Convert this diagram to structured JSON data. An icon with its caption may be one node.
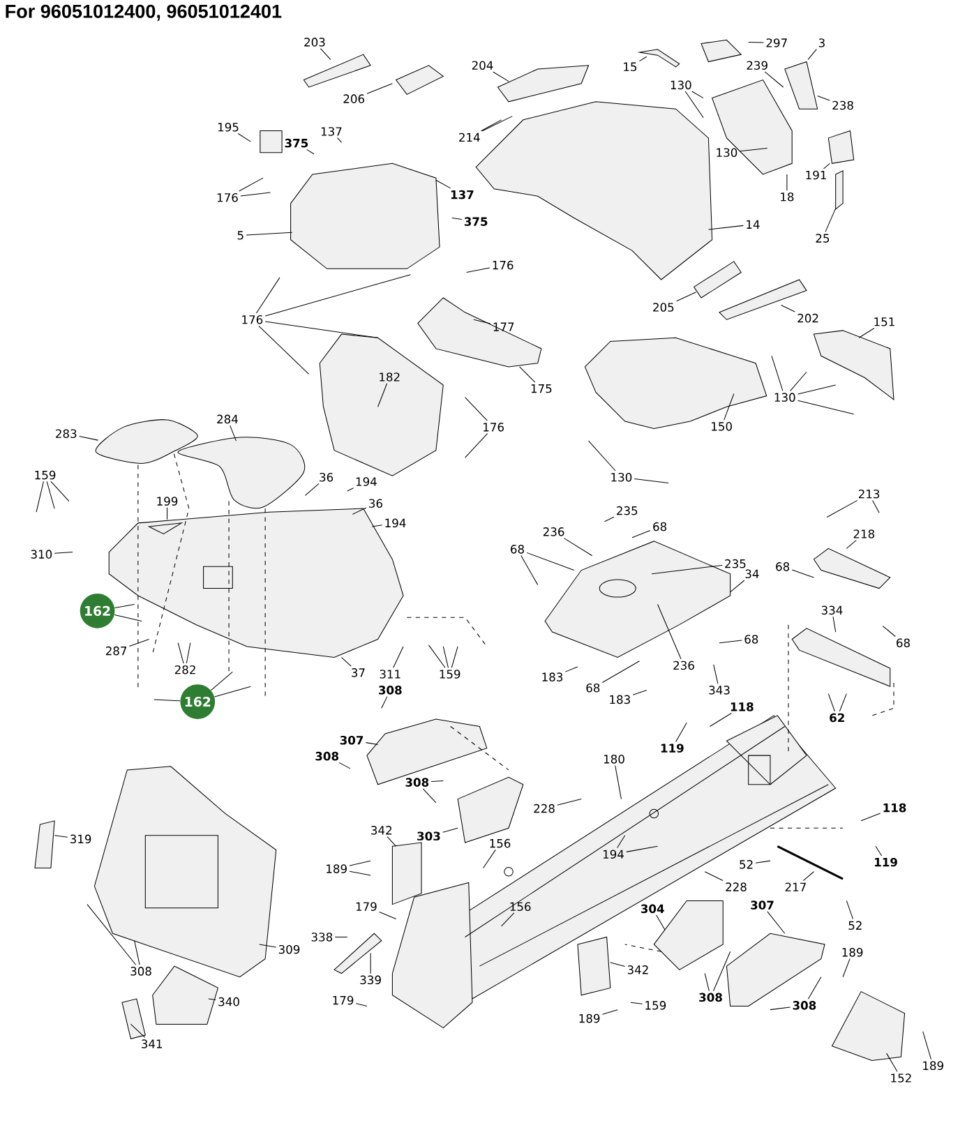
{
  "diagram": {
    "title": "For 96051012400, 96051012401",
    "nodes": [
      {
        "text": [
          "203"
        ]
      },
      {
        "text": [
          "206"
        ]
      },
      {
        "text": [
          "204"
        ]
      },
      {
        "text": [
          "15"
        ]
      },
      {
        "text": [
          "297"
        ]
      },
      {
        "text": [
          "3"
        ]
      },
      {
        "text": [
          "239"
        ]
      },
      {
        "text": [
          "130"
        ]
      },
      {
        "text": [
          "238"
        ]
      },
      {
        "text": [
          "214"
        ]
      },
      {
        "text": [
          "195"
        ]
      },
      {
        "text": [
          "375"
        ]
      },
      {
        "text": [
          "137"
        ]
      },
      {
        "text": [
          "130"
        ]
      },
      {
        "text": [
          "191"
        ]
      },
      {
        "text": [
          "176"
        ]
      },
      {
        "text": [
          "137"
        ]
      },
      {
        "text": [
          "18"
        ]
      },
      {
        "text": [
          "375"
        ]
      },
      {
        "text": [
          "5"
        ]
      },
      {
        "text": [
          "14"
        ]
      },
      {
        "text": [
          "25"
        ]
      },
      {
        "text": [
          "176"
        ]
      },
      {
        "text": [
          "176"
        ]
      },
      {
        "text": [
          "205"
        ]
      },
      {
        "text": [
          "202"
        ]
      },
      {
        "text": [
          "151"
        ]
      },
      {
        "text": [
          "177"
        ]
      },
      {
        "text": [
          "182"
        ]
      },
      {
        "text": [
          "175"
        ]
      },
      {
        "text": [
          "130"
        ]
      },
      {
        "text": [
          "283"
        ]
      },
      {
        "text": [
          "284"
        ]
      },
      {
        "text": [
          "150"
        ]
      },
      {
        "text": [
          "176"
        ]
      },
      {
        "text": [
          "159"
        ]
      },
      {
        "text": [
          "36"
        ]
      },
      {
        "text": [
          "194"
        ]
      },
      {
        "text": [
          "130"
        ]
      },
      {
        "text": [
          "199"
        ]
      },
      {
        "text": [
          "36"
        ]
      },
      {
        "text": [
          "213"
        ]
      },
      {
        "text": [
          "235"
        ]
      },
      {
        "text": [
          "236"
        ]
      },
      {
        "text": [
          "68"
        ]
      },
      {
        "text": [
          "194"
        ]
      },
      {
        "text": [
          "218"
        ]
      },
      {
        "text": [
          "68"
        ]
      },
      {
        "text": [
          "310"
        ]
      },
      {
        "text": [
          "235"
        ]
      },
      {
        "text": [
          "68"
        ]
      },
      {
        "text": [
          "34"
        ]
      },
      {
        "text": [
          "162"
        ]
      },
      {
        "text": [
          "334"
        ]
      },
      {
        "text": [
          "68"
        ]
      },
      {
        "text": [
          "68"
        ]
      },
      {
        "text": [
          "287"
        ]
      },
      {
        "text": [
          "311"
        ]
      },
      {
        "text": [
          "159"
        ]
      },
      {
        "text": [
          "37"
        ]
      },
      {
        "text": [
          "282"
        ]
      },
      {
        "text": [
          "183"
        ]
      },
      {
        "text": [
          "236"
        ]
      },
      {
        "text": [
          "68"
        ]
      },
      {
        "text": [
          "343"
        ]
      },
      {
        "text": [
          "183"
        ]
      },
      {
        "text": [
          "162"
        ]
      },
      {
        "text": [
          "308"
        ]
      },
      {
        "text": [
          "62"
        ]
      },
      {
        "text": [
          "118"
        ]
      },
      {
        "text": [
          "119"
        ]
      },
      {
        "text": [
          "307"
        ]
      },
      {
        "text": [
          "308"
        ]
      },
      {
        "text": [
          "180"
        ]
      },
      {
        "text": [
          "308"
        ]
      },
      {
        "text": [
          "228"
        ]
      },
      {
        "text": [
          "118"
        ]
      },
      {
        "text": [
          "342"
        ]
      },
      {
        "text": [
          "319"
        ]
      },
      {
        "text": [
          "303"
        ]
      },
      {
        "text": [
          "156"
        ]
      },
      {
        "text": [
          "194"
        ]
      },
      {
        "text": [
          "189"
        ]
      },
      {
        "text": [
          "119"
        ]
      },
      {
        "text": [
          "52"
        ]
      },
      {
        "text": [
          "228"
        ]
      },
      {
        "text": [
          "217"
        ]
      },
      {
        "text": [
          "179"
        ]
      },
      {
        "text": [
          "156"
        ]
      },
      {
        "text": [
          "304"
        ]
      },
      {
        "text": [
          "307"
        ]
      },
      {
        "text": [
          "52"
        ]
      },
      {
        "text": [
          "338"
        ]
      },
      {
        "text": [
          "309"
        ]
      },
      {
        "text": [
          "189"
        ]
      },
      {
        "text": [
          "308"
        ]
      },
      {
        "text": [
          "342"
        ]
      },
      {
        "text": [
          "339"
        ]
      },
      {
        "text": [
          "308"
        ]
      },
      {
        "text": [
          "159"
        ]
      },
      {
        "text": [
          "340"
        ]
      },
      {
        "text": [
          "308"
        ]
      },
      {
        "text": [
          "179"
        ]
      },
      {
        "text": [
          "189"
        ]
      },
      {
        "text": [
          "341"
        ]
      },
      {
        "text": [
          "189"
        ]
      },
      {
        "text": [
          "152"
        ]
      }
    ],
    "edges": [
      {
        "from": 0,
        "to": null,
        "arrow": "none"
      },
      {
        "from": 1,
        "to": null,
        "arrow": "none"
      },
      {
        "from": 2,
        "to": null,
        "arrow": "none"
      },
      {
        "from": 3,
        "to": null,
        "arrow": "none"
      },
      {
        "from": 4,
        "to": null,
        "arrow": "none"
      },
      {
        "from": 5,
        "to": null,
        "arrow": "none"
      },
      {
        "from": 6,
        "to": null,
        "arrow": "none"
      },
      {
        "from": 7,
        "to": null,
        "arrow": "none"
      },
      {
        "from": 7,
        "to": null,
        "arrow": "none"
      },
      {
        "from": 8,
        "to": null,
        "arrow": "none"
      },
      {
        "from": 9,
        "to": null,
        "arrow": "none"
      },
      {
        "from": 9,
        "to": null,
        "arrow": "none"
      },
      {
        "from": 10,
        "to": null,
        "arrow": "none"
      },
      {
        "from": 11,
        "to": null,
        "arrow": "none"
      },
      {
        "from": 12,
        "to": null,
        "arrow": "none"
      },
      {
        "from": 13,
        "to": null,
        "arrow": "none"
      },
      {
        "from": 14,
        "to": null,
        "arrow": "none"
      },
      {
        "from": 15,
        "to": null,
        "arrow": "none"
      },
      {
        "from": 15,
        "to": null,
        "arrow": "none"
      },
      {
        "from": 16,
        "to": null,
        "arrow": "none"
      },
      {
        "from": 17,
        "to": null,
        "arrow": "none"
      },
      {
        "from": 18,
        "to": null,
        "arrow": "none"
      },
      {
        "from": 19,
        "to": null,
        "arrow": "none"
      },
      {
        "from": 20,
        "to": null,
        "arrow": "none"
      },
      {
        "from": 21,
        "to": null,
        "arrow": "none"
      },
      {
        "from": 22,
        "to": null,
        "arrow": "none"
      },
      {
        "from": 23,
        "to": null,
        "arrow": "none"
      },
      {
        "from": 23,
        "to": null,
        "arrow": "none"
      },
      {
        "from": 23,
        "to": null,
        "arrow": "none"
      },
      {
        "from": 23,
        "to": null,
        "arrow": "none"
      },
      {
        "from": 24,
        "to": null,
        "arrow": "none"
      },
      {
        "from": 25,
        "to": null,
        "arrow": "none"
      },
      {
        "from": 26,
        "to": null,
        "arrow": "none"
      },
      {
        "from": 27,
        "to": null,
        "arrow": "none"
      },
      {
        "from": 28,
        "to": null,
        "arrow": "none"
      },
      {
        "from": 29,
        "to": null,
        "arrow": "none"
      },
      {
        "from": 30,
        "to": null,
        "arrow": "none"
      },
      {
        "from": 30,
        "to": null,
        "arrow": "none"
      },
      {
        "from": 30,
        "to": null,
        "arrow": "none"
      },
      {
        "from": 30,
        "to": null,
        "arrow": "none"
      },
      {
        "from": 31,
        "to": null,
        "arrow": "none"
      },
      {
        "from": 32,
        "to": null,
        "arrow": "none"
      },
      {
        "from": 33,
        "to": null,
        "arrow": "none"
      },
      {
        "from": 34,
        "to": null,
        "arrow": "none"
      },
      {
        "from": 34,
        "to": null,
        "arrow": "none"
      },
      {
        "from": 35,
        "to": null,
        "arrow": "none"
      },
      {
        "from": 35,
        "to": null,
        "arrow": "none"
      },
      {
        "from": 35,
        "to": null,
        "arrow": "none"
      },
      {
        "from": 36,
        "to": null,
        "arrow": "none"
      },
      {
        "from": 37,
        "to": null,
        "arrow": "none"
      },
      {
        "from": 38,
        "to": null,
        "arrow": "none"
      },
      {
        "from": 38,
        "to": null,
        "arrow": "none"
      },
      {
        "from": 39,
        "to": null,
        "arrow": "none"
      },
      {
        "from": 40,
        "to": null,
        "arrow": "none"
      },
      {
        "from": 41,
        "to": null,
        "arrow": "none"
      },
      {
        "from": 41,
        "to": null,
        "arrow": "none"
      },
      {
        "from": 42,
        "to": null,
        "arrow": "none"
      },
      {
        "from": 43,
        "to": null,
        "arrow": "none"
      },
      {
        "from": 44,
        "to": null,
        "arrow": "none"
      },
      {
        "from": 45,
        "to": null,
        "arrow": "none"
      },
      {
        "from": 46,
        "to": null,
        "arrow": "none"
      },
      {
        "from": 47,
        "to": null,
        "arrow": "none"
      },
      {
        "from": 47,
        "to": null,
        "arrow": "none"
      },
      {
        "from": 48,
        "to": null,
        "arrow": "none"
      },
      {
        "from": 49,
        "to": null,
        "arrow": "none"
      },
      {
        "from": 50,
        "to": null,
        "arrow": "none"
      },
      {
        "from": 51,
        "to": null,
        "arrow": "none"
      },
      {
        "from": 52,
        "to": null,
        "arrow": "none"
      },
      {
        "from": 52,
        "to": null,
        "arrow": "none"
      },
      {
        "from": 53,
        "to": null,
        "arrow": "none"
      },
      {
        "from": 54,
        "to": null,
        "arrow": "none"
      },
      {
        "from": 55,
        "to": null,
        "arrow": "none"
      },
      {
        "from": 56,
        "to": null,
        "arrow": "none"
      },
      {
        "from": 57,
        "to": null,
        "arrow": "none"
      },
      {
        "from": 58,
        "to": null,
        "arrow": "none"
      },
      {
        "from": 58,
        "to": null,
        "arrow": "none"
      },
      {
        "from": 58,
        "to": null,
        "arrow": "none"
      },
      {
        "from": 59,
        "to": null,
        "arrow": "none"
      },
      {
        "from": 60,
        "to": null,
        "arrow": "none"
      },
      {
        "from": 60,
        "to": null,
        "arrow": "none"
      },
      {
        "from": 61,
        "to": null,
        "arrow": "none"
      },
      {
        "from": 62,
        "to": null,
        "arrow": "none"
      },
      {
        "from": 63,
        "to": null,
        "arrow": "none"
      },
      {
        "from": 64,
        "to": null,
        "arrow": "none"
      },
      {
        "from": 65,
        "to": null,
        "arrow": "none"
      },
      {
        "from": 66,
        "to": null,
        "arrow": "none"
      },
      {
        "from": 66,
        "to": null,
        "arrow": "none"
      },
      {
        "from": 66,
        "to": null,
        "arrow": "none"
      },
      {
        "from": 67,
        "to": null,
        "arrow": "none"
      },
      {
        "from": 68,
        "to": null,
        "arrow": "none"
      },
      {
        "from": 68,
        "to": null,
        "arrow": "none"
      },
      {
        "from": 69,
        "to": null,
        "arrow": "none"
      },
      {
        "from": 70,
        "to": null,
        "arrow": "none"
      },
      {
        "from": 71,
        "to": null,
        "arrow": "none"
      },
      {
        "from": 72,
        "to": null,
        "arrow": "none"
      },
      {
        "from": 73,
        "to": null,
        "arrow": "none"
      },
      {
        "from": 74,
        "to": null,
        "arrow": "none"
      },
      {
        "from": 74,
        "to": null,
        "arrow": "none"
      },
      {
        "from": 75,
        "to": null,
        "arrow": "none"
      },
      {
        "from": 76,
        "to": null,
        "arrow": "none"
      },
      {
        "from": 77,
        "to": null,
        "arrow": "none"
      },
      {
        "from": 78,
        "to": null,
        "arrow": "none"
      },
      {
        "from": 79,
        "to": null,
        "arrow": "none"
      },
      {
        "from": 80,
        "to": null,
        "arrow": "none"
      },
      {
        "from": 81,
        "to": null,
        "arrow": "none"
      },
      {
        "from": 81,
        "to": null,
        "arrow": "none"
      },
      {
        "from": 82,
        "to": null,
        "arrow": "none"
      },
      {
        "from": 82,
        "to": null,
        "arrow": "none"
      },
      {
        "from": 83,
        "to": null,
        "arrow": "none"
      },
      {
        "from": 84,
        "to": null,
        "arrow": "none"
      },
      {
        "from": 85,
        "to": null,
        "arrow": "none"
      },
      {
        "from": 86,
        "to": null,
        "arrow": "none"
      },
      {
        "from": 87,
        "to": null,
        "arrow": "none"
      },
      {
        "from": 88,
        "to": null,
        "arrow": "none"
      },
      {
        "from": 89,
        "to": null,
        "arrow": "none"
      },
      {
        "from": 90,
        "to": null,
        "arrow": "none"
      },
      {
        "from": 91,
        "to": null,
        "arrow": "none"
      },
      {
        "from": 92,
        "to": null,
        "arrow": "none"
      },
      {
        "from": 93,
        "to": null,
        "arrow": "none"
      },
      {
        "from": 94,
        "to": null,
        "arrow": "none"
      },
      {
        "from": 95,
        "to": null,
        "arrow": "none"
      },
      {
        "from": 95,
        "to": null,
        "arrow": "none"
      },
      {
        "from": 96,
        "to": null,
        "arrow": "none"
      },
      {
        "from": 97,
        "to": null,
        "arrow": "none"
      },
      {
        "from": 98,
        "to": null,
        "arrow": "none"
      },
      {
        "from": 98,
        "to": null,
        "arrow": "none"
      },
      {
        "from": 99,
        "to": null,
        "arrow": "none"
      },
      {
        "from": 100,
        "to": null,
        "arrow": "none"
      },
      {
        "from": 101,
        "to": null,
        "arrow": "none"
      },
      {
        "from": 101,
        "to": null,
        "arrow": "none"
      },
      {
        "from": 102,
        "to": null,
        "arrow": "none"
      },
      {
        "from": 103,
        "to": null,
        "arrow": "none"
      },
      {
        "from": 104,
        "to": null,
        "arrow": "none"
      },
      {
        "from": 105,
        "to": null,
        "arrow": "none"
      },
      {
        "from": 106,
        "to": null,
        "arrow": "none"
      }
    ]
  }
}
